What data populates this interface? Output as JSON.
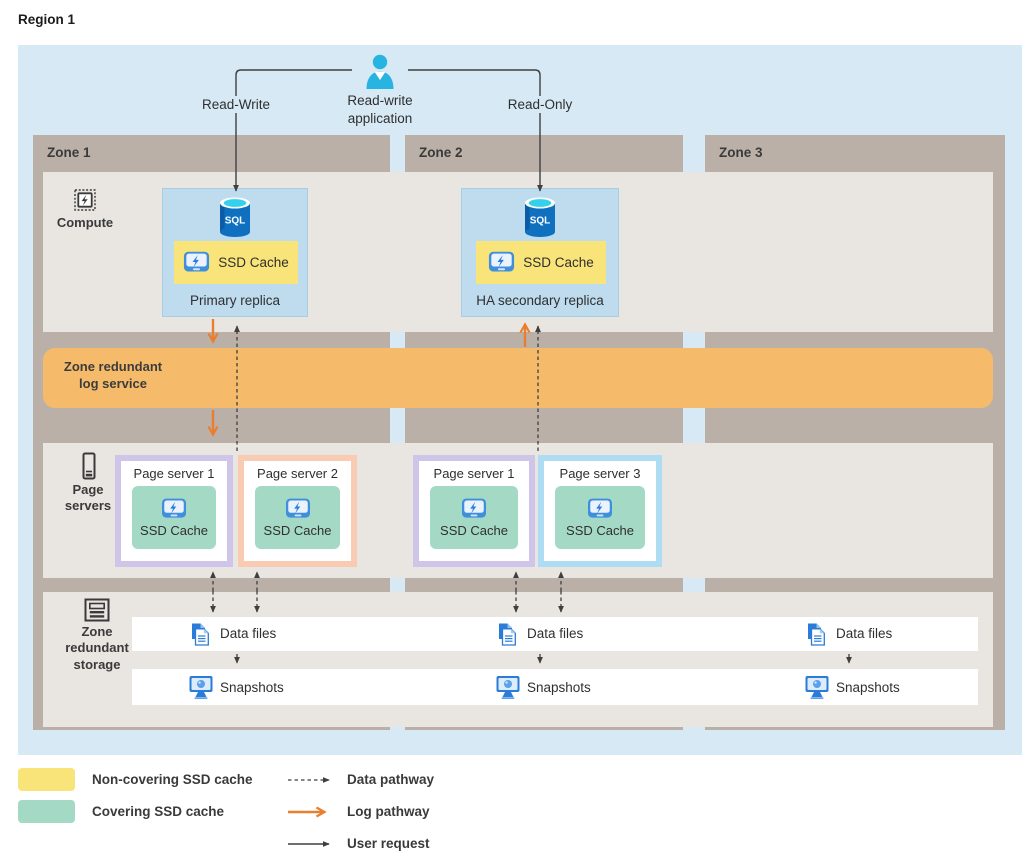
{
  "region": {
    "title": "Region 1"
  },
  "top_flow": {
    "read_write": "Read-Write",
    "application": "Read-write application",
    "read_only": "Read-Only"
  },
  "zones": [
    {
      "label": "Zone 1"
    },
    {
      "label": "Zone 2"
    },
    {
      "label": "Zone 3"
    }
  ],
  "sections": {
    "compute_label": "Compute",
    "log_service_label": "Zone redundant log service",
    "page_servers_label": "Page servers",
    "storage_label": "Zone redundant storage"
  },
  "replicas": [
    {
      "db_label": "SQL",
      "cache_label": "SSD Cache",
      "name": "Primary replica"
    },
    {
      "db_label": "SQL",
      "cache_label": "SSD Cache",
      "name": "HA secondary replica"
    }
  ],
  "page_servers": [
    {
      "name": "Page server 1",
      "cache_label": "SSD Cache",
      "accent": "#cec5e8"
    },
    {
      "name": "Page server 2",
      "cache_label": "SSD Cache",
      "accent": "#f8cbb2"
    },
    {
      "name": "Page server 1",
      "cache_label": "SSD Cache",
      "accent": "#cec5e8"
    },
    {
      "name": "Page server 3",
      "cache_label": "SSD Cache",
      "accent": "#aedcf2"
    }
  ],
  "storage": {
    "data_files": [
      {
        "label": "Data files"
      },
      {
        "label": "Data files"
      },
      {
        "label": "Data files"
      }
    ],
    "snapshots": [
      {
        "label": "Snapshots"
      },
      {
        "label": "Snapshots"
      },
      {
        "label": "Snapshots"
      }
    ]
  },
  "legend": {
    "swatches": [
      {
        "label": "Non-covering SSD cache",
        "color": "#f8e478"
      },
      {
        "label": "Covering SSD cache",
        "color": "#a4d9c5"
      }
    ],
    "pathways": [
      {
        "label": "Data pathway",
        "style": "dashed-black"
      },
      {
        "label": "Log pathway",
        "style": "solid-orange"
      },
      {
        "label": "User request",
        "style": "solid-black"
      }
    ]
  },
  "colors": {
    "region_bg": "#d7e9f5",
    "zone_bg": "#bab0a7",
    "band_bg": "#e9e6e2",
    "log_band": "#f5bb6b",
    "log_arrow": "#e87e2e",
    "replica_bg": "#bedcee",
    "noncovering_cache": "#f8e478",
    "covering_cache": "#a4d9c5"
  }
}
